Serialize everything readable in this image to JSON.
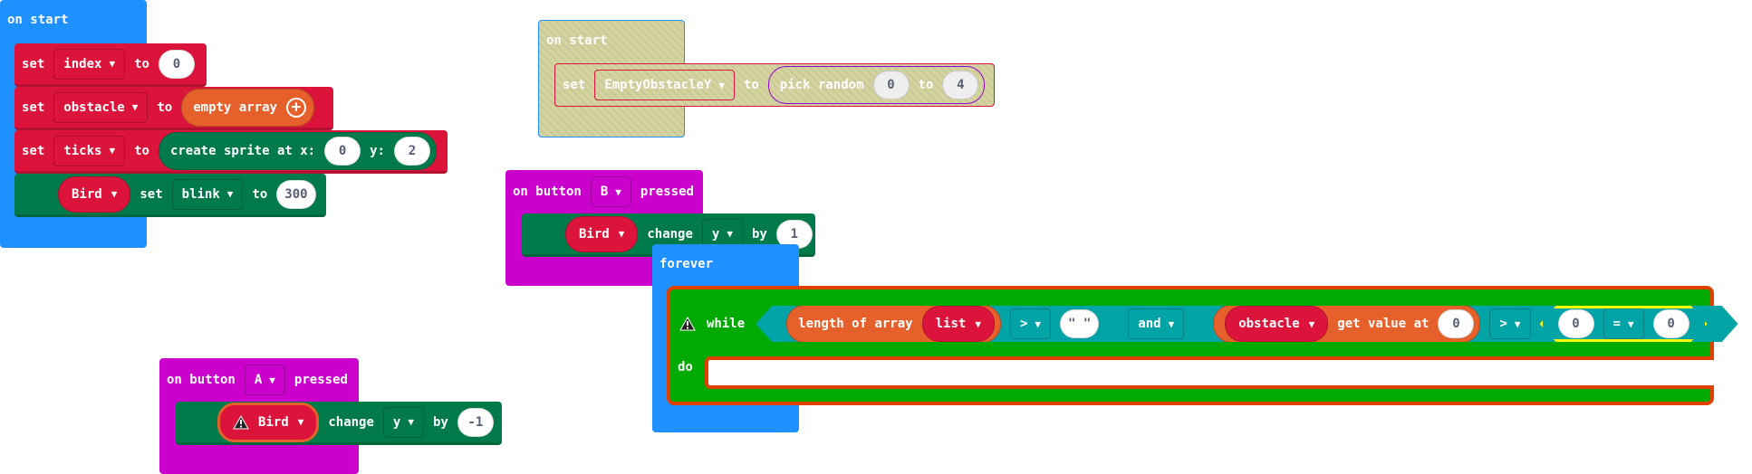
{
  "colors": {
    "event_blue": "#1e90ff",
    "variables_red": "#dc143c",
    "sprite_green": "#007a4b",
    "array_orange": "#e5602a",
    "input_pink": "#cc00cc",
    "logic_teal": "#00a4a6",
    "loop_green": "#00aa00",
    "math_purple": "#9400d3"
  },
  "on_start_1": {
    "header": "on start",
    "rows": [
      {
        "set": "set",
        "var": "index",
        "to": "to",
        "value": "0"
      },
      {
        "set": "set",
        "var": "obstacle",
        "to": "to",
        "value": "empty array"
      },
      {
        "set": "set",
        "var": "ticks",
        "to": "to",
        "create": "create sprite at x:",
        "x": "0",
        "y_label": "y:",
        "y": "2"
      }
    ],
    "sprite_row": {
      "var": "Bird",
      "set": "set",
      "prop": "blink",
      "to": "to",
      "value": "300"
    }
  },
  "on_start_2": {
    "header": "on start",
    "set": "set",
    "var": "EmptyObstacleY",
    "to": "to",
    "pick": "pick random",
    "from": "0",
    "to2": "to",
    "max": "4"
  },
  "button_b": {
    "on": "on button",
    "button": "B",
    "pressed": "pressed",
    "var": "Bird",
    "change": "change",
    "prop": "y",
    "by": "by",
    "value": "1"
  },
  "button_a": {
    "on": "on button",
    "button": "A",
    "pressed": "pressed",
    "var": "Bird",
    "change": "change",
    "prop": "y",
    "by": "by",
    "value": "-1"
  },
  "forever": {
    "header": "forever",
    "while": "while",
    "do": "do",
    "length": "length of array",
    "list": "list",
    "op1": ">",
    "str": "\" \"",
    "and": "and",
    "obstacle": "obstacle",
    "get": "get value at",
    "index": "0",
    "op2": ">",
    "left": "0",
    "eq": "=",
    "right": "0"
  }
}
